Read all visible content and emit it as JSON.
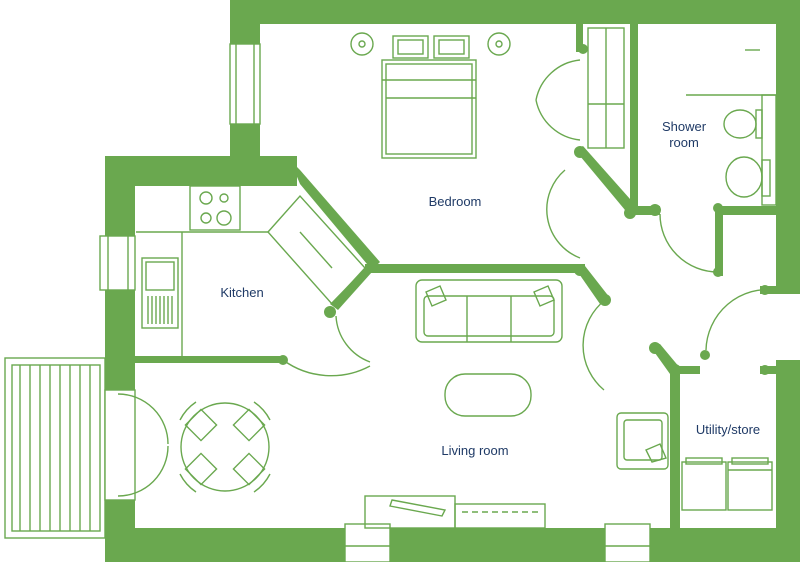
{
  "rooms": {
    "bedroom": "Bedroom",
    "shower_room": [
      "Shower",
      "room"
    ],
    "kitchen": "Kitchen",
    "living_room": "Living room",
    "utility": "Utility/store"
  },
  "colors": {
    "wall": "#6aa84f",
    "label": "#1f3a66",
    "background": "#ffffff"
  }
}
